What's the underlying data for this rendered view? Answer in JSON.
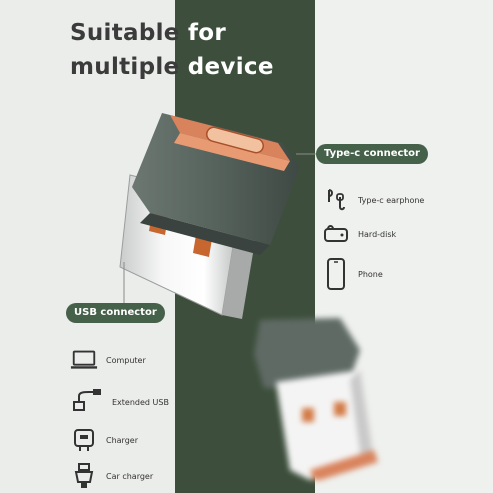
{
  "headline": {
    "line1_dark": "Suitable",
    "line1_light": "for",
    "line2_dark": "multiple",
    "line2_light": "device"
  },
  "typec": {
    "title": "Type-c connector",
    "items": [
      {
        "icon": "earphone-icon",
        "label": "Type-c earphone"
      },
      {
        "icon": "hard-disk-icon",
        "label": "Hard-disk"
      },
      {
        "icon": "phone-icon",
        "label": "Phone"
      }
    ]
  },
  "usb": {
    "title": "USB connector",
    "items": [
      {
        "icon": "computer-icon",
        "label": "Computer"
      },
      {
        "icon": "extended-usb-icon",
        "label": "Extended USB"
      },
      {
        "icon": "charger-icon",
        "label": "Charger"
      },
      {
        "icon": "car-charger-icon",
        "label": "Car charger"
      }
    ]
  },
  "colors": {
    "stripe": "#3d4f3c",
    "pill": "#46614a",
    "accent_orange": "#e07a4f",
    "cap_gray": "#5f6a65"
  }
}
